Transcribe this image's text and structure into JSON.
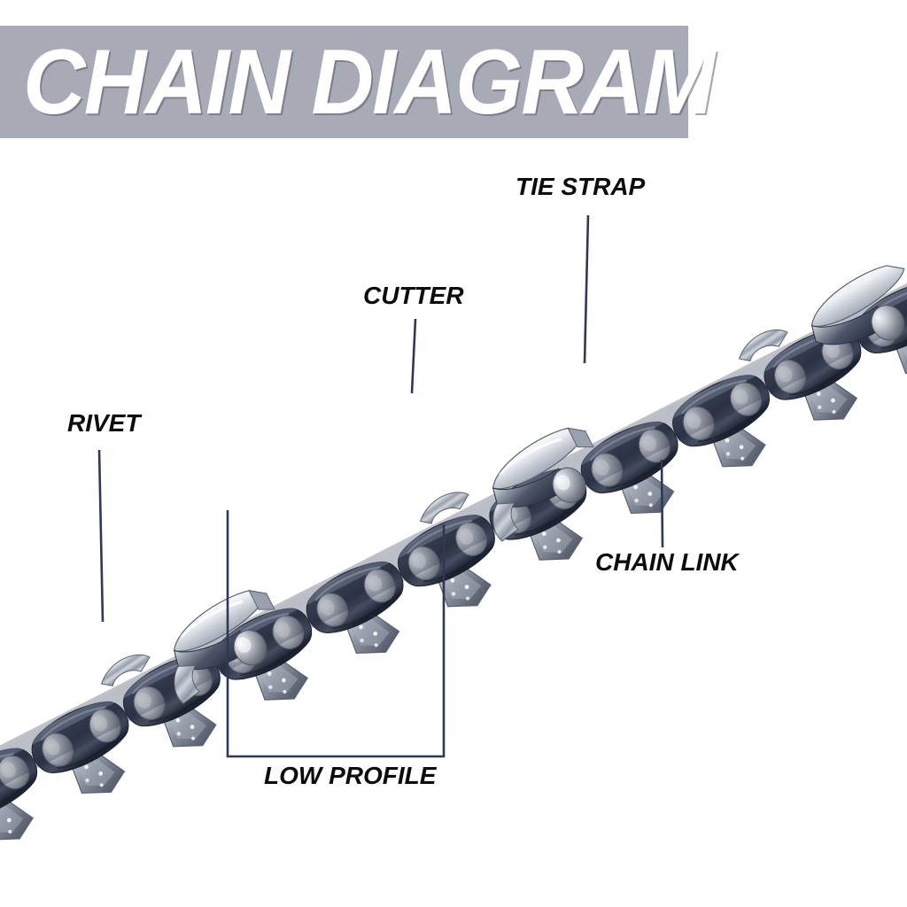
{
  "banner": {
    "title": "CHAIN DIAGRAM",
    "background_color": "#a8aab5",
    "text_color": "#ffffff"
  },
  "diagram": {
    "subject": "chainsaw-chain",
    "line_color": "#2c3a57",
    "label_color": "#0c0c0c",
    "background_color": "#ffffff",
    "labels": [
      {
        "id": "tie-strap",
        "text": "TIE STRAP"
      },
      {
        "id": "cutter",
        "text": "CUTTER"
      },
      {
        "id": "rivet",
        "text": "RIVET"
      },
      {
        "id": "chain-link",
        "text": "CHAIN LINK"
      },
      {
        "id": "low-profile",
        "text": "LOW PROFILE"
      }
    ],
    "palette": {
      "steel_dark": "#2b3347",
      "steel_mid": "#55607a",
      "steel_light": "#c9cdd6",
      "steel_highlight": "#f2f3f6",
      "rivet_light": "#e8e9ee",
      "rivet_dark": "#6c6f7b"
    }
  }
}
